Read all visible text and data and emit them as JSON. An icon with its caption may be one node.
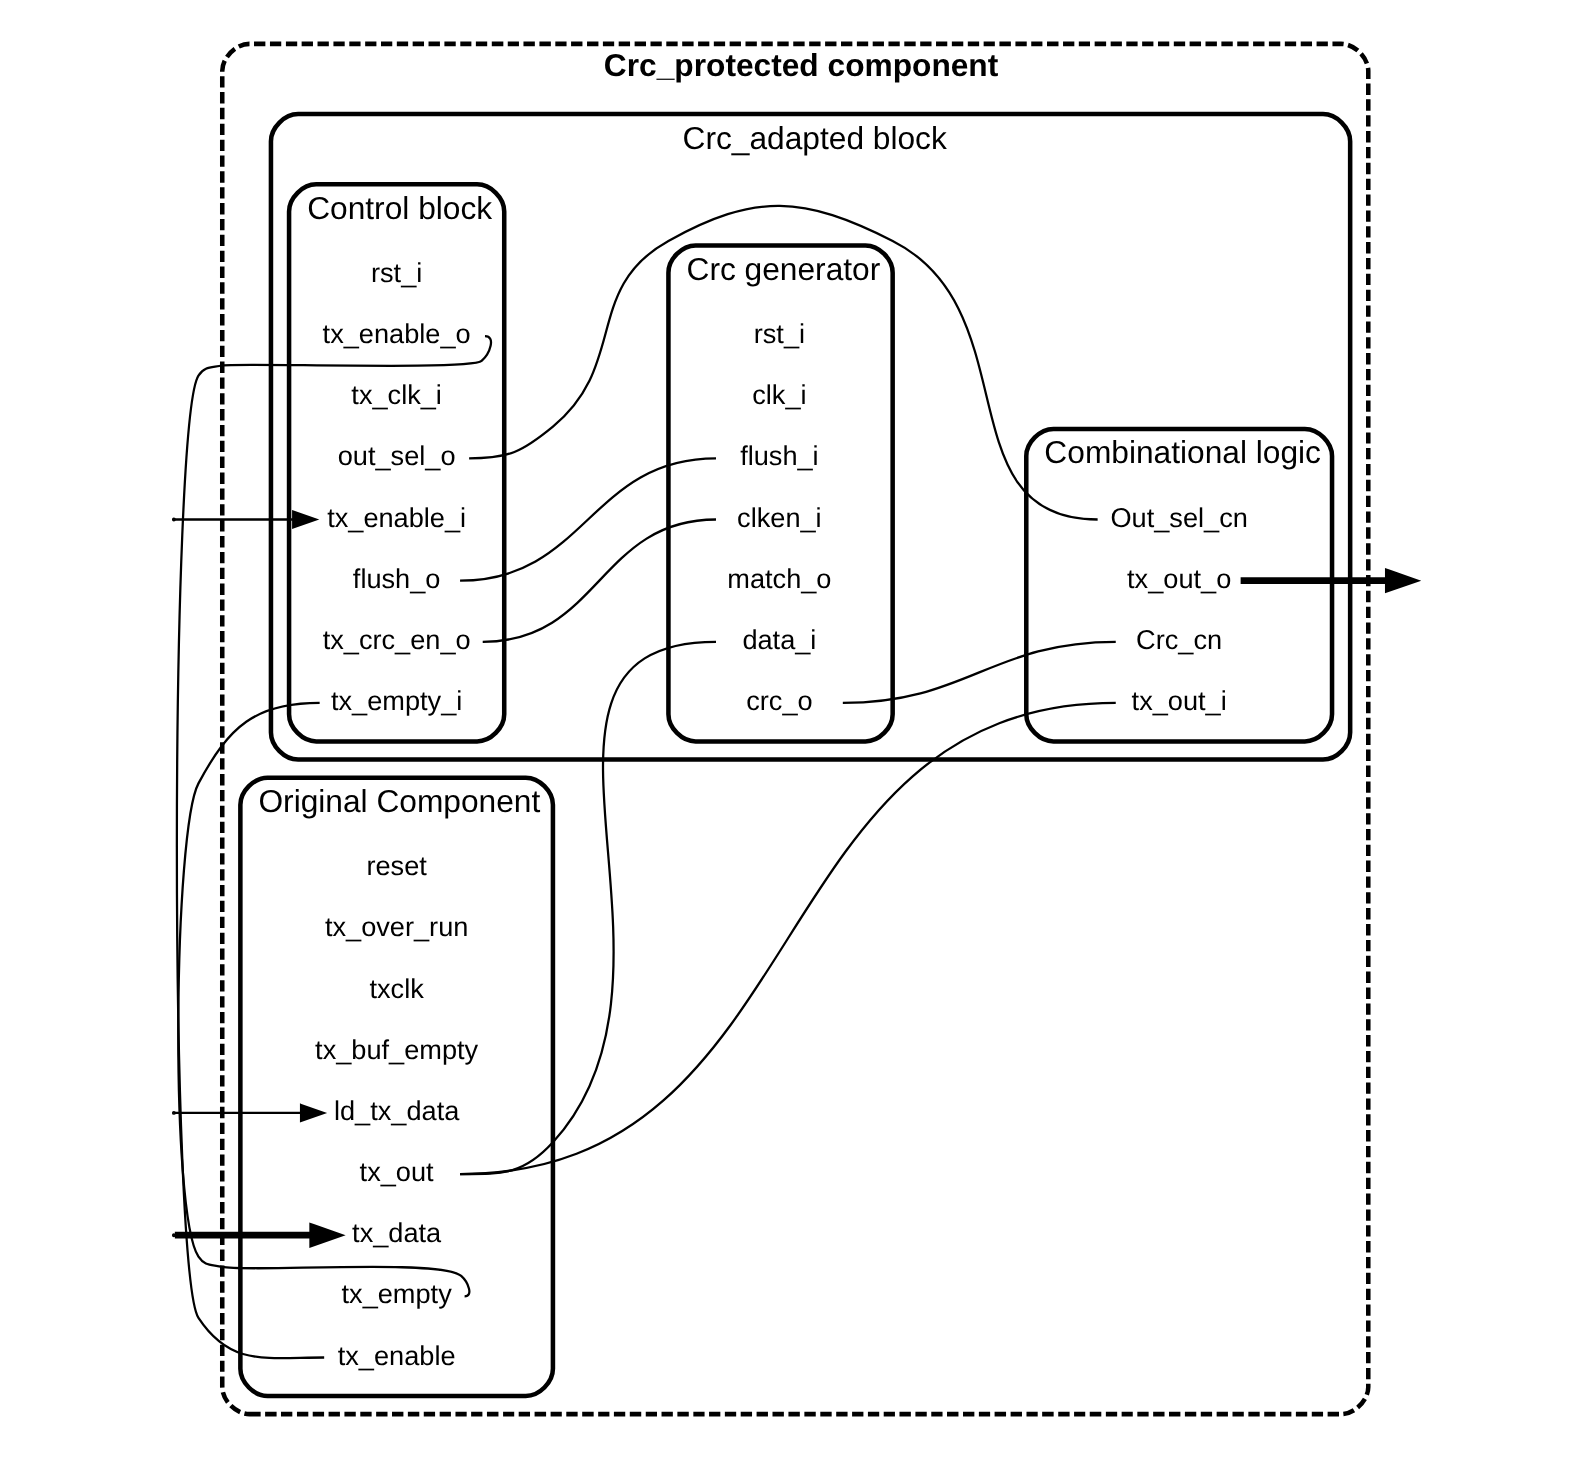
{
  "diagram": {
    "nodes": [
      {
        "text": [
          "Crc_protected component"
        ]
      },
      {
        "text": [
          "Original Component"
        ],
        "in": 0
      },
      {
        "text": [
          "reset"
        ],
        "in": 1
      },
      {
        "text": [
          "tx_over_run"
        ],
        "in": 1
      },
      {
        "text": [
          "txclk"
        ],
        "in": 1
      },
      {
        "text": [
          "tx_buf_empty"
        ],
        "in": 1
      },
      {
        "text": [
          "ld_tx_data"
        ],
        "in": 1
      },
      {
        "text": [
          "tx_out"
        ],
        "in": 1
      },
      {
        "text": [
          "tx_data"
        ],
        "in": 1
      },
      {
        "text": [
          "tx_empty"
        ],
        "in": 1
      },
      {
        "text": [
          "tx_enable"
        ],
        "in": 1
      },
      {
        "text": [
          "Crc_adapted block"
        ],
        "in": 0
      },
      {
        "text": [
          "Crc generator"
        ],
        "in": 11
      },
      {
        "text": [
          "rst_i"
        ],
        "in": 12
      },
      {
        "text": [
          "clk_i"
        ],
        "in": 12
      },
      {
        "text": [
          "clken_i"
        ],
        "in": 12
      },
      {
        "text": [
          "data_i"
        ],
        "in": 12
      },
      {
        "text": [
          "match_o"
        ],
        "in": 12
      },
      {
        "text": [
          "flush_i"
        ],
        "in": 12
      },
      {
        "text": [
          "crc_o"
        ],
        "in": 12
      },
      {
        "text": [
          "Control block"
        ],
        "in": 11
      },
      {
        "text": [
          "rst_i"
        ],
        "in": 20
      },
      {
        "text": [
          "tx_enable_o"
        ],
        "in": 20
      },
      {
        "text": [
          "tx_clk_i"
        ],
        "in": 20
      },
      {
        "text": [
          "tx_crc_en_o"
        ],
        "in": 20
      },
      {
        "text": [
          "tx_enable_i"
        ],
        "in": 20
      },
      {
        "text": [
          "flush_o"
        ],
        "in": 20
      },
      {
        "text": [
          "tx_empty_i"
        ],
        "in": 20
      },
      {
        "text": [
          "out_sel_o"
        ],
        "in": 20
      },
      {
        "text": [
          "Combinational logic"
        ],
        "in": 11
      },
      {
        "text": [
          "Out_sel_cn"
        ],
        "in": 29
      },
      {
        "text": [
          "tx_out_o"
        ],
        "in": 29
      },
      {
        "text": [
          "Crc_cn"
        ],
        "in": 29
      },
      {
        "text": [
          "tx_out_i"
        ],
        "in": 29
      }
    ],
    "edges": [
      {
        "from": null,
        "to": 25,
        "arrow": "to"
      },
      {
        "from": null,
        "to": 6,
        "arrow": "to"
      },
      {
        "from": null,
        "to": 8,
        "arrow": "to",
        "style": "thick"
      },
      {
        "from": 7,
        "to": 16,
        "arrow": "none"
      },
      {
        "from": 7,
        "to": 33,
        "arrow": "none"
      },
      {
        "from": 9,
        "to": 27,
        "arrow": "none"
      },
      {
        "from": 22,
        "to": 10,
        "arrow": "none"
      },
      {
        "from": 24,
        "to": 15,
        "arrow": "none"
      },
      {
        "from": 26,
        "to": 18,
        "arrow": "none"
      },
      {
        "from": 28,
        "to": 30,
        "arrow": "none"
      },
      {
        "from": 19,
        "to": 32,
        "arrow": "none"
      },
      {
        "from": 31,
        "to": null,
        "arrow": "to",
        "style": "thick"
      }
    ]
  }
}
